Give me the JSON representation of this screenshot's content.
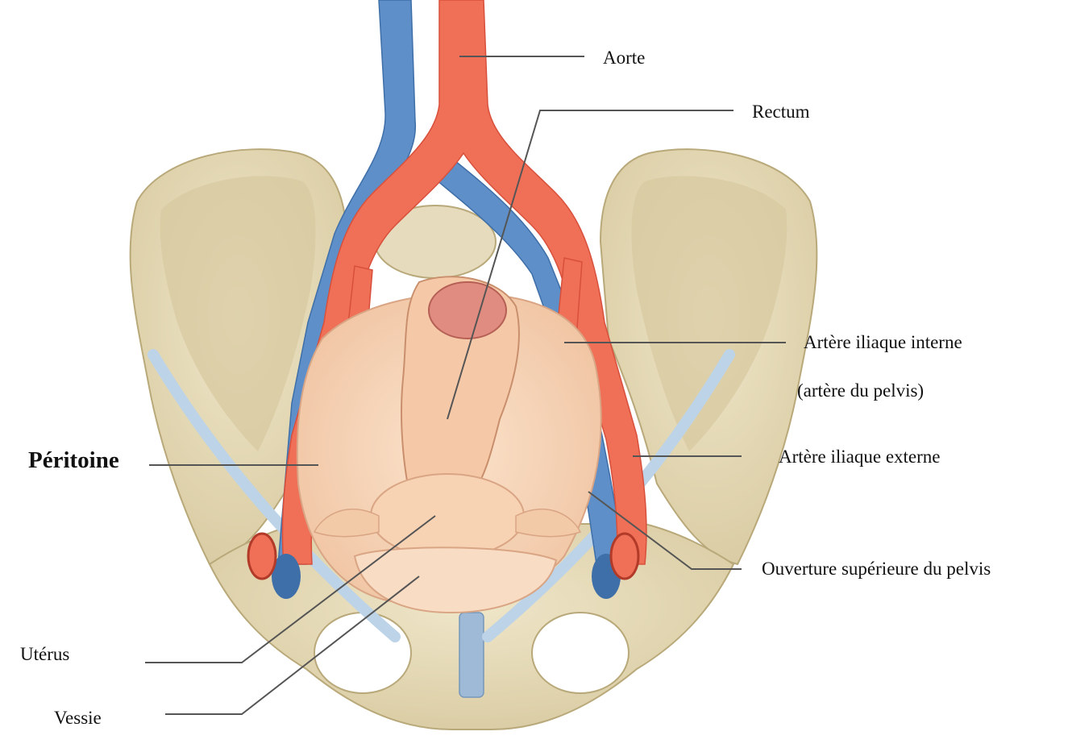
{
  "diagram": {
    "labels": {
      "aorte": "Aorte",
      "rectum": "Rectum",
      "artere_iliaque_interne": "Artère iliaque interne",
      "artere_du_pelvis": "(artère du pelvis)",
      "artere_iliaque_externe": "Artère iliaque externe",
      "ouverture_superieure": "Ouverture supérieure du pelvis",
      "peritoine": "Péritoine",
      "uterus": "Utérus",
      "vessie": "Vessie"
    },
    "colors": {
      "bone": "#e6dcbd",
      "bone_edge": "#b9a97a",
      "bone_shadow": "#cfc29a",
      "artery": "#ef6f57",
      "artery_dark": "#d8503b",
      "vein": "#5f8fc8",
      "vein_dark": "#3f6fa8",
      "ligament": "#bcd3e8",
      "peritoneum": "#f7d3b4",
      "peritoneum_edge": "#d9a584",
      "rectum_inside": "#e08c80",
      "leader_line": "#555555"
    }
  }
}
